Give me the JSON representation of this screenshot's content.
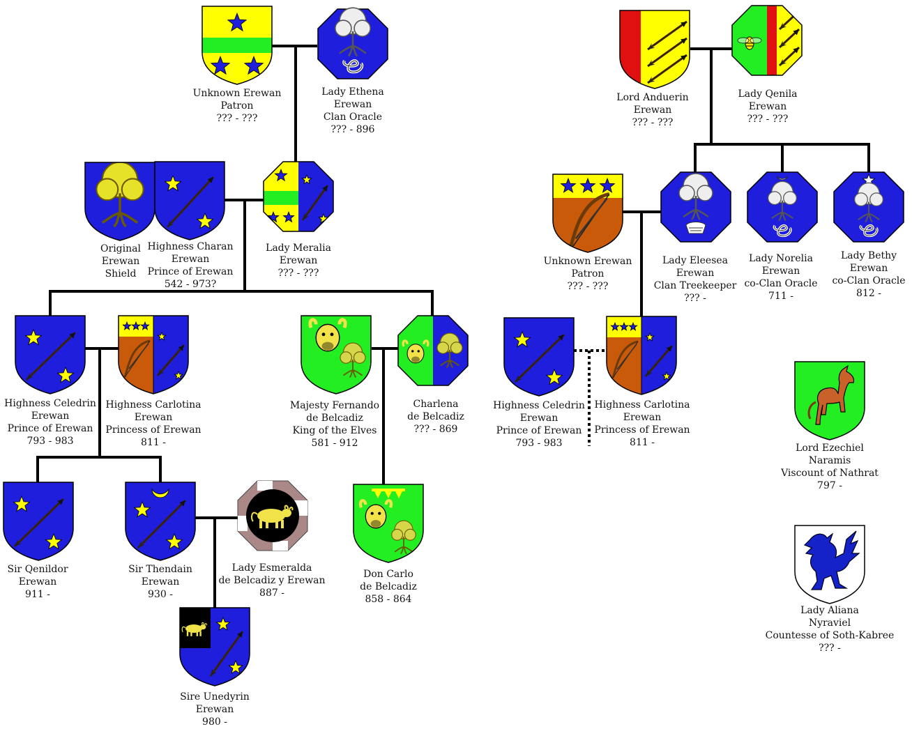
{
  "people": {
    "unknown_patron_1": {
      "l1": "Unknown Erewan",
      "l2": "Patron",
      "l3": "??? - ???"
    },
    "ethena": {
      "l1": "Lady Ethena",
      "l2": "Erewan",
      "l3": "Clan Oracle",
      "l4": "??? - 896"
    },
    "original_shield": {
      "l1": "Original",
      "l2": "Erewan",
      "l3": "Shield"
    },
    "charan": {
      "l1": "Highness Charan",
      "l2": "Erewan",
      "l3": "Prince of Erewan",
      "l4": "542 - 973?"
    },
    "meralia": {
      "l1": "Lady Meralia",
      "l2": "Erewan",
      "l3": "??? - ???"
    },
    "celedrin": {
      "l1": "Highness Celedrin",
      "l2": "Erewan",
      "l3": "Prince of Erewan",
      "l4": "793 - 983"
    },
    "carlotina": {
      "l1": "Highness Carlotina",
      "l2": "Erewan",
      "l3": "Princess of Erewan",
      "l4": "811 -"
    },
    "fernando": {
      "l1": "Majesty Fernando",
      "l2": "de Belcadiz",
      "l3": "King of the Elves",
      "l4": "581 - 912"
    },
    "charlena": {
      "l1": "Charlena",
      "l2": "de Belcadiz",
      "l3": "??? - 869"
    },
    "qenildor": {
      "l1": "Sir Qenildor",
      "l2": "Erewan",
      "l3": "911 -"
    },
    "thendain": {
      "l1": "Sir Thendain",
      "l2": "Erewan",
      "l3": "930 -"
    },
    "esmeralda": {
      "l1": "Lady Esmeralda",
      "l2": "de Belcadiz y Erewan",
      "l3": "887 -"
    },
    "don_carlo": {
      "l1": "Don Carlo",
      "l2": "de Belcadiz",
      "l3": "858 - 864"
    },
    "unedyrin": {
      "l1": "Sire Unedyrin",
      "l2": "Erewan",
      "l3": "980 -"
    },
    "anduerin": {
      "l1": "Lord Anduerin",
      "l2": "Erewan",
      "l3": "??? - ???"
    },
    "qenila": {
      "l1": "Lady Qenila",
      "l2": "Erewan",
      "l3": "??? - ???"
    },
    "unknown_patron_2": {
      "l1": "Unknown Erewan",
      "l2": "Patron",
      "l3": "??? - ???"
    },
    "eleesea": {
      "l1": "Lady Eleesea",
      "l2": "Erewan",
      "l3": "Clan Treekeeper",
      "l4": "??? -"
    },
    "norelia": {
      "l1": "Lady Norelia",
      "l2": "Erewan",
      "l3": "co-Clan Oracle",
      "l4": "711 -"
    },
    "bethy": {
      "l1": "Lady Bethy",
      "l2": "Erewan",
      "l3": "co-Clan Oracle",
      "l4": "812 -"
    },
    "celedrin_2": {
      "l1": "Highness Celedrin",
      "l2": "Erewan",
      "l3": "Prince of Erewan",
      "l4": "793 - 983"
    },
    "carlotina_2": {
      "l1": "Highness Carlotina",
      "l2": "Erewan",
      "l3": "Princess of Erewan",
      "l4": "811 -"
    },
    "ezechiel": {
      "l1": "Lord Ezechiel",
      "l2": "Naramis",
      "l3": "Viscount of Nathrat",
      "l4": "797 -"
    },
    "aliana": {
      "l1": "Lady Aliana",
      "l2": "Nyraviel",
      "l3": "Countesse of Soth-Kabree",
      "l4": "??? -"
    }
  },
  "colors": {
    "blue": "#1e1edc",
    "yellow": "#ffff00",
    "green": "#22ee22",
    "red": "#e01010",
    "brown": "#c85a0a",
    "black": "#000000",
    "white": "#ffffff",
    "gold": "#f2e24a",
    "line": "#000000"
  }
}
